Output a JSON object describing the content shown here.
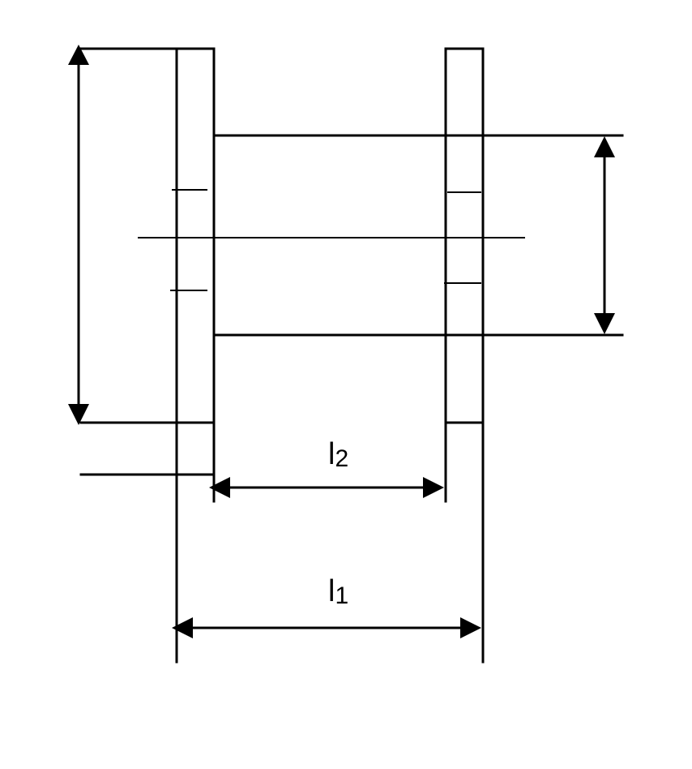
{
  "labels": {
    "l2_main": "l",
    "l2_sub": "2",
    "l1_main": "l",
    "l1_sub": "1"
  },
  "colors": {
    "stroke": "#000000",
    "background": "#ffffff"
  }
}
